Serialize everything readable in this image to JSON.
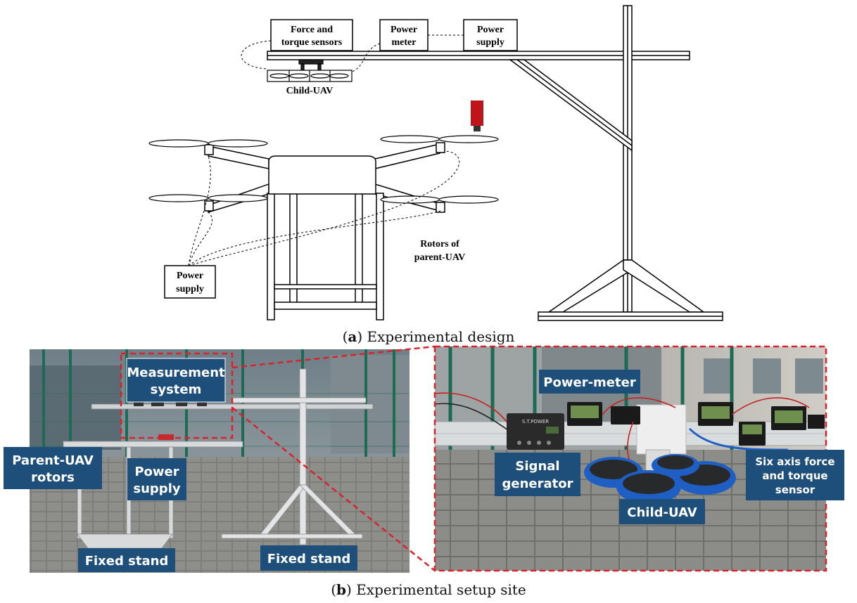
{
  "panel_a": {
    "caption_letter": "a",
    "caption_text": "Experimental design",
    "labels": {
      "force_torque_line1": "Force and",
      "force_torque_line2": "torque sensors",
      "power_meter_line1": "Power",
      "power_meter_line2": "meter",
      "power_supply_top_line1": "Power",
      "power_supply_top_line2": "supply",
      "child_uav": "Child-UAV",
      "rotors_line1": "Rotors of",
      "rotors_line2": "parent-UAV",
      "power_supply_bottom_line1": "Power",
      "power_supply_bottom_line2": "supply"
    }
  },
  "panel_b": {
    "caption_letter": "b",
    "caption_text": "Experimental setup site",
    "left_photo": {
      "measurement_line1": "Measurement",
      "measurement_line2": "system",
      "parent_rotors_line1": "Parent-UAV",
      "parent_rotors_line2": "rotors",
      "power_supply_line1": "Power",
      "power_supply_line2": "supply",
      "fixed_stand_left": "Fixed stand",
      "fixed_stand_right": "Fixed stand"
    },
    "right_photo": {
      "power_meter": "Power-meter",
      "signal_line1": "Signal",
      "signal_line2": "generator",
      "child_uav": "Child-UAV",
      "sensor_line1": "Six axis force",
      "sensor_line2": "and torque",
      "sensor_line3": "sensor",
      "device_brand": "S.T.POWER"
    }
  },
  "colors": {
    "label_bg": "#1d4f7a",
    "highlight": "#d9232a",
    "child_uav_blue": "#1f5fc4"
  }
}
